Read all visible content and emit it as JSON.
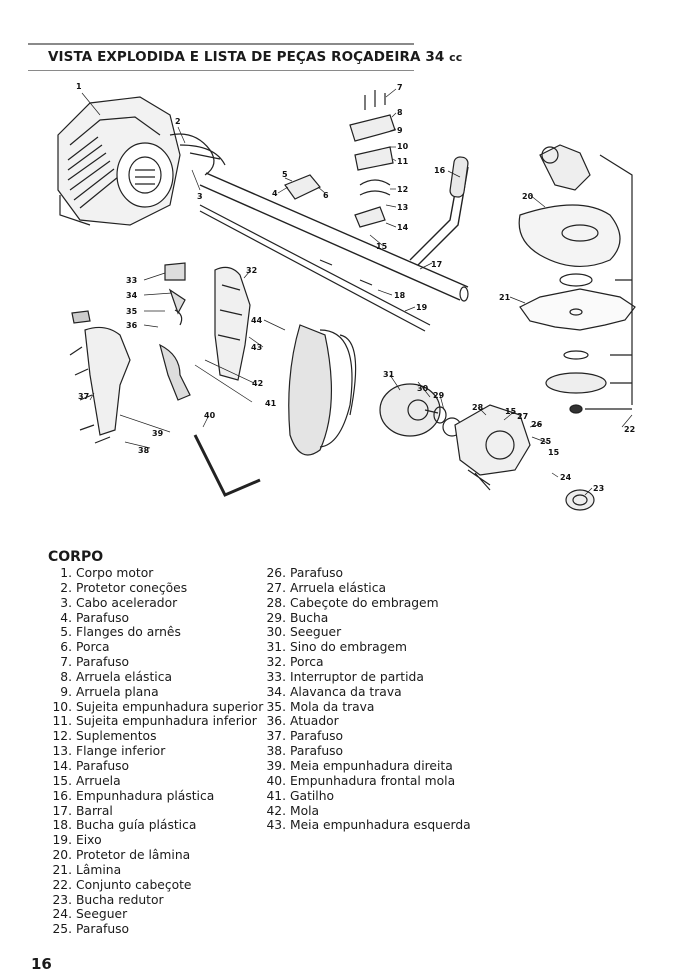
{
  "header": {
    "title": "VISTA EXPLODIDA E LISTA DE PEÇAS ROÇADEIRA 34",
    "title_unit": "cc"
  },
  "diagram": {
    "callouts": [
      "1",
      "2",
      "3",
      "4",
      "5",
      "6",
      "7",
      "8",
      "9",
      "10",
      "11",
      "12",
      "13",
      "14",
      "15",
      "16",
      "17",
      "18",
      "19",
      "20",
      "21",
      "22",
      "23",
      "24",
      "25",
      "26",
      "27",
      "28",
      "29",
      "30",
      "31",
      "32",
      "33",
      "34",
      "35",
      "36",
      "37",
      "38",
      "39",
      "40",
      "41",
      "42",
      "43",
      "44",
      "15",
      "15"
    ]
  },
  "parts": {
    "heading": "CORPO",
    "left_column": [
      {
        "num": "1.",
        "name": "Corpo motor"
      },
      {
        "num": "2.",
        "name": "Protetor coneções"
      },
      {
        "num": "3.",
        "name": "Cabo acelerador"
      },
      {
        "num": "4.",
        "name": "Parafuso"
      },
      {
        "num": "5.",
        "name": "Flanges do arnês"
      },
      {
        "num": "6.",
        "name": "Porca"
      },
      {
        "num": "7.",
        "name": "Parafuso"
      },
      {
        "num": "8.",
        "name": "Arruela elástica"
      },
      {
        "num": "9.",
        "name": "Arruela plana"
      },
      {
        "num": "10.",
        "name": "Sujeita empunhadura superior"
      },
      {
        "num": "11.",
        "name": "Sujeita empunhadura inferior"
      },
      {
        "num": "12.",
        "name": "Suplementos"
      },
      {
        "num": "13.",
        "name": "Flange inferior"
      },
      {
        "num": "14.",
        "name": "Parafuso"
      },
      {
        "num": "15.",
        "name": "Arruela"
      },
      {
        "num": "16.",
        "name": "Empunhadura plástica"
      },
      {
        "num": "17.",
        "name": "Barral"
      },
      {
        "num": "18.",
        "name": "Bucha guía plástica"
      },
      {
        "num": "19.",
        "name": "Eixo"
      },
      {
        "num": "20.",
        "name": "Protetor de lâmina"
      },
      {
        "num": "21.",
        "name": "Lâmina"
      },
      {
        "num": "22.",
        "name": "Conjunto cabeçote"
      },
      {
        "num": "23.",
        "name": "Bucha redutor"
      },
      {
        "num": "24.",
        "name": "Seeguer"
      },
      {
        "num": "25.",
        "name": "Parafuso"
      }
    ],
    "right_column": [
      {
        "num": "26.",
        "name": "Parafuso"
      },
      {
        "num": "27.",
        "name": "Arruela elástica"
      },
      {
        "num": "28.",
        "name": "Cabeçote do embragem"
      },
      {
        "num": "29.",
        "name": "Bucha"
      },
      {
        "num": "30.",
        "name": "Seeguer"
      },
      {
        "num": "31.",
        "name": "Sino do embragem"
      },
      {
        "num": "32.",
        "name": "Porca"
      },
      {
        "num": "33.",
        "name": "Interruptor de partida"
      },
      {
        "num": "34.",
        "name": "Alavanca da trava"
      },
      {
        "num": "35.",
        "name": "Mola da trava"
      },
      {
        "num": "36.",
        "name": "Atuador"
      },
      {
        "num": "37.",
        "name": "Parafuso"
      },
      {
        "num": "38.",
        "name": "Parafuso"
      },
      {
        "num": "39.",
        "name": "Meia empunhadura direita"
      },
      {
        "num": "40.",
        "name": "Empunhadura frontal mola"
      },
      {
        "num": "41.",
        "name": "Gatilho"
      },
      {
        "num": "42.",
        "name": "Mola"
      },
      {
        "num": "43.",
        "name": "Meia empunhadura esquerda"
      }
    ]
  },
  "footer": {
    "page_number": "16"
  }
}
